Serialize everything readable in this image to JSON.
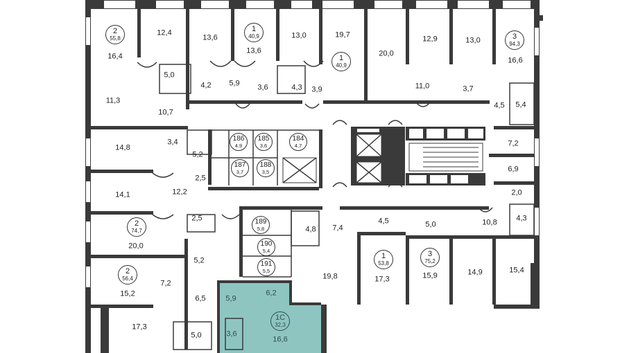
{
  "rooms": [
    {
      "id": "r1",
      "text": "16,4"
    },
    {
      "id": "r2",
      "text": "12,4"
    },
    {
      "id": "r3",
      "text": "13,6"
    },
    {
      "id": "r4",
      "text": "13,6"
    },
    {
      "id": "r5",
      "text": "13,0"
    },
    {
      "id": "r6",
      "text": "19,7"
    },
    {
      "id": "r7",
      "text": "20,0"
    },
    {
      "id": "r8",
      "text": "12,9"
    },
    {
      "id": "r9",
      "text": "13,0"
    },
    {
      "id": "r10",
      "text": "16,6"
    },
    {
      "id": "r11",
      "text": "5,0"
    },
    {
      "id": "r12",
      "text": "4,2"
    },
    {
      "id": "r13",
      "text": "5,9"
    },
    {
      "id": "r14",
      "text": "3,6"
    },
    {
      "id": "r15",
      "text": "4,3"
    },
    {
      "id": "r16",
      "text": "3,9"
    },
    {
      "id": "r17",
      "text": "11,0"
    },
    {
      "id": "r18",
      "text": "3,7"
    },
    {
      "id": "r19",
      "text": "11,3"
    },
    {
      "id": "r20",
      "text": "10,7"
    },
    {
      "id": "r21",
      "text": "4,5"
    },
    {
      "id": "r22",
      "text": "5,4"
    },
    {
      "id": "r23",
      "text": "14,8"
    },
    {
      "id": "r24",
      "text": "3,4"
    },
    {
      "id": "r25",
      "text": "5,2"
    },
    {
      "id": "r26",
      "text": "7,2"
    },
    {
      "id": "r27",
      "text": "2,5"
    },
    {
      "id": "r28",
      "text": "6,9"
    },
    {
      "id": "r29",
      "text": "14,1"
    },
    {
      "id": "r30",
      "text": "12,2"
    },
    {
      "id": "r31",
      "text": "2,0"
    },
    {
      "id": "r32",
      "text": "2,5"
    },
    {
      "id": "r33",
      "text": "4,3"
    },
    {
      "id": "r34",
      "text": "4,8"
    },
    {
      "id": "r35",
      "text": "7,4"
    },
    {
      "id": "r36",
      "text": "4,5"
    },
    {
      "id": "r37",
      "text": "5,0"
    },
    {
      "id": "r38",
      "text": "10,8"
    },
    {
      "id": "r39",
      "text": "20,0"
    },
    {
      "id": "r40",
      "text": "5,2"
    },
    {
      "id": "r41",
      "text": "17,3"
    },
    {
      "id": "r42",
      "text": "15,9"
    },
    {
      "id": "r43",
      "text": "14,9"
    },
    {
      "id": "r44",
      "text": "15,4"
    },
    {
      "id": "r45",
      "text": "19,8"
    },
    {
      "id": "r46",
      "text": "7,2"
    },
    {
      "id": "r47",
      "text": "15,2"
    },
    {
      "id": "r48",
      "text": "6,5"
    },
    {
      "id": "r49",
      "text": "5,9"
    },
    {
      "id": "r50",
      "text": "6,2"
    },
    {
      "id": "r51",
      "text": "17,3"
    },
    {
      "id": "r52",
      "text": "3,6"
    },
    {
      "id": "r53",
      "text": "16,6"
    },
    {
      "id": "r54",
      "text": "5,0"
    }
  ],
  "apartments": [
    {
      "id": "a1",
      "rooms": "2",
      "area": "55,8"
    },
    {
      "id": "a2",
      "rooms": "1",
      "area": "40,9"
    },
    {
      "id": "a3",
      "rooms": "1",
      "area": "40,9"
    },
    {
      "id": "a4",
      "rooms": "3",
      "area": "94,3"
    },
    {
      "id": "a5",
      "rooms": "2",
      "area": "74,7"
    },
    {
      "id": "a6",
      "rooms": "2",
      "area": "56,4"
    },
    {
      "id": "a7",
      "rooms": "1",
      "area": "53,8"
    },
    {
      "id": "a8",
      "rooms": "3",
      "area": "75,2"
    },
    {
      "id": "a9",
      "rooms": "1C",
      "area": "32,3"
    }
  ],
  "storage": [
    {
      "id": "s186",
      "num": "186",
      "area": "4,9"
    },
    {
      "id": "s185",
      "num": "185",
      "area": "3,6"
    },
    {
      "id": "s184",
      "num": "184",
      "area": "4,7"
    },
    {
      "id": "s187",
      "num": "187",
      "area": "3,7"
    },
    {
      "id": "s188",
      "num": "188",
      "area": "3,5"
    },
    {
      "id": "s189",
      "num": "189",
      "area": "5,8"
    },
    {
      "id": "s190",
      "num": "190",
      "area": "5,4"
    },
    {
      "id": "s191",
      "num": "191",
      "area": "5,5"
    }
  ],
  "colors": {
    "selected_unit": "#8ec5c1",
    "walls": "#3a3a3a"
  }
}
